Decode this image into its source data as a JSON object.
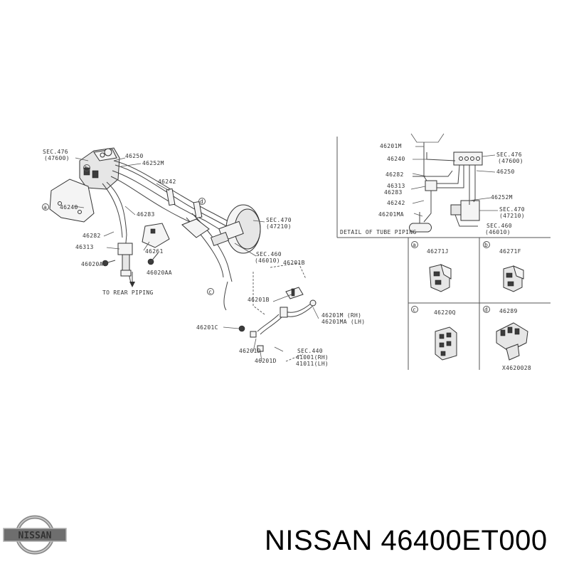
{
  "main": {
    "labels": {
      "sec476": "SEC.476",
      "sec476_sub": "(47600)",
      "p46250": "46250",
      "p46252m": "46252M",
      "p46242": "46242",
      "p46240": "46240",
      "p46283": "46283",
      "p46282": "46282",
      "p46313": "46313",
      "p46261": "46261",
      "p46020a": "46020A",
      "p46020aa": "46020AA",
      "to_rear": "TO REAR PIPING",
      "sec470": "SEC.470",
      "sec470_sub": "(47210)",
      "sec460": "SEC.460",
      "sec460_sub": "(46010)",
      "p46201b_top": "46201B",
      "p46201b": "46201B",
      "p46201m": "46201M (RH)",
      "p46201ma": "46201MA (LH)",
      "p46201c": "46201C",
      "p46201d_1": "46201D",
      "p46201d_2": "46201D",
      "sec440": "SEC.440",
      "sec440_a": "41001(RH)",
      "sec440_b": "41011(LH)"
    },
    "callouts": {
      "a": "a",
      "b": "b",
      "c": "c",
      "d": "d"
    }
  },
  "detail": {
    "title": "DETAIL OF TUBE PIPING",
    "labels": {
      "p46201m": "46201M",
      "p46240": "46240",
      "p46282": "46282",
      "p46313": "46313",
      "p46283": "46283",
      "p46242": "46242",
      "p46201ma": "46201MA",
      "sec476": "SEC.476",
      "sec476_sub": "(47600)",
      "p46250": "46250",
      "p46252m": "46252M",
      "sec470": "SEC.470",
      "sec470_sub": "(47210)",
      "sec460": "SEC.460",
      "sec460_sub": "(46010)"
    }
  },
  "clips": [
    {
      "callout": "a",
      "part": "46271J"
    },
    {
      "callout": "b",
      "part": "46271F"
    },
    {
      "callout": "c",
      "part": "46220Q"
    },
    {
      "callout": "d",
      "part": "46289"
    }
  ],
  "figure_code": "X4620028",
  "brand": {
    "logo_text": "NISSAN",
    "footer": "NISSAN 46400ET000"
  }
}
